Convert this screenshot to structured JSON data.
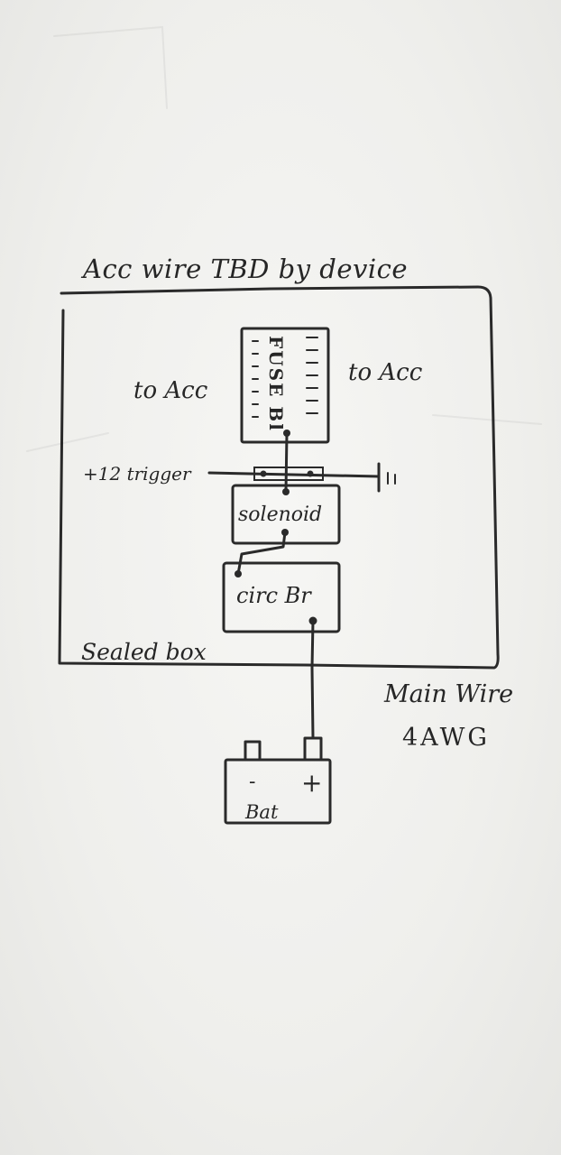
{
  "labels": {
    "title": "Acc wire TBD by device",
    "to_acc_left": "to Acc",
    "to_acc_right": "to Acc",
    "fuse_block": "FUSE Bl",
    "trigger": "+12 trigger",
    "solenoid": "solenoid",
    "circuit_breaker": "circ Br",
    "sealed_box": "Sealed box",
    "main_wire": "Main Wire",
    "main_wire_gauge": "4AWG",
    "battery": "Bat",
    "battery_negative": "-",
    "battery_positive": "+"
  },
  "colors": {
    "ink": "#2a2a2a",
    "paper": "#f1f1ef"
  }
}
